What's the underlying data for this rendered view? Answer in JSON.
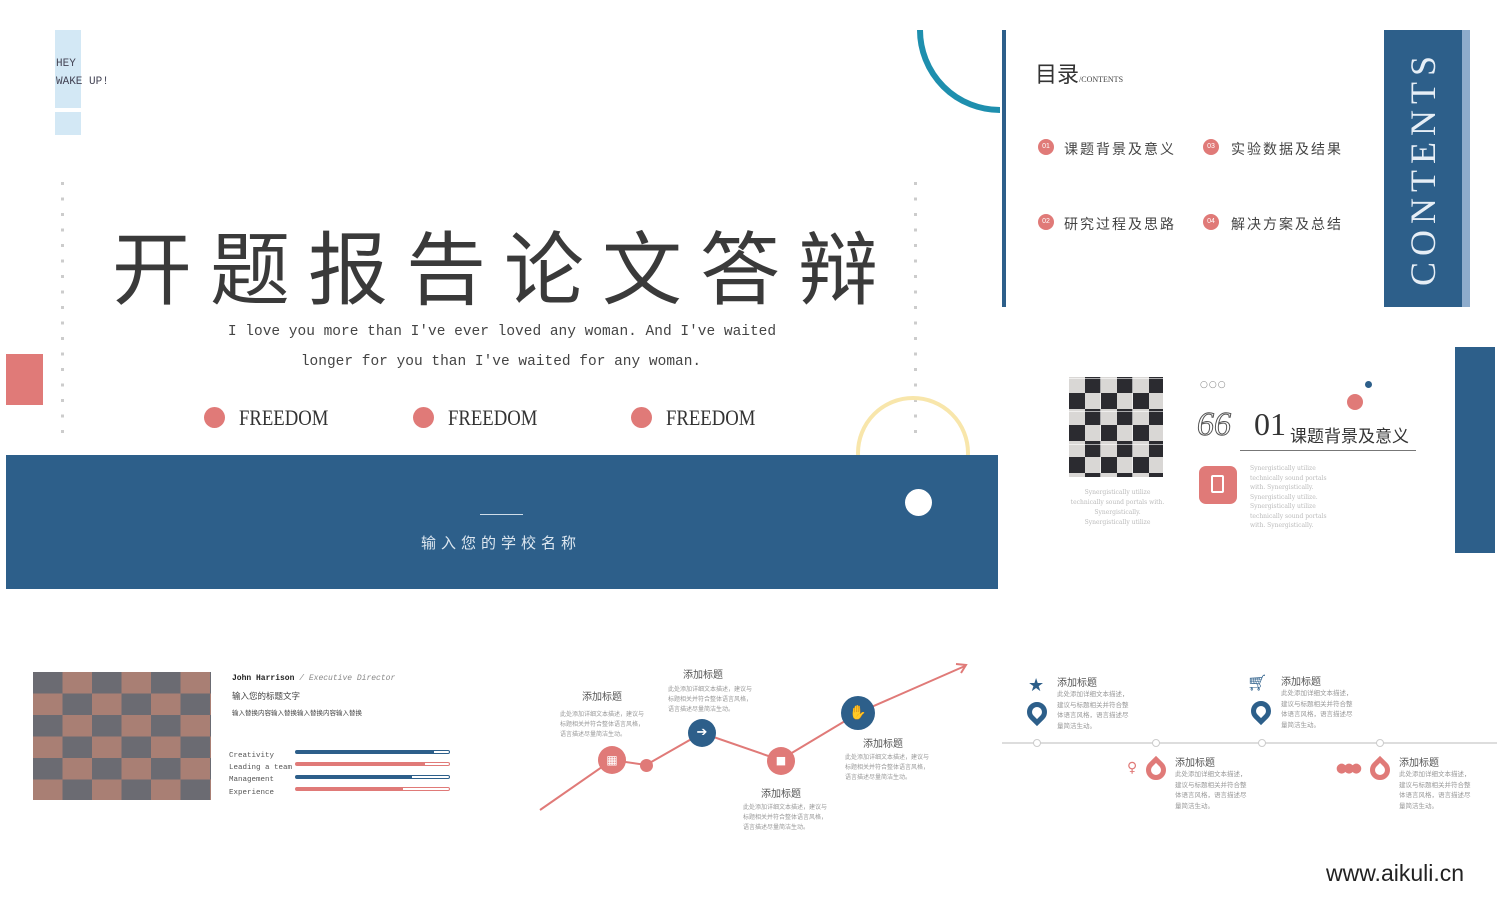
{
  "colors": {
    "blue": "#2d5f8a",
    "pink": "#e07a78",
    "light_blue": "#d3e8f5",
    "teal": "#1e8fae",
    "yellow": "#f8e6ab"
  },
  "cover": {
    "hey": "HEY",
    "wake_up": "WAKE UP!",
    "title": "开题报告论文答辩",
    "subtitle_line1": "I love you more than I've ever loved any woman. And I've waited",
    "subtitle_line2": "longer for you than I've waited for any woman.",
    "tags": [
      "FREEDOM",
      "FREEDOM",
      "FREEDOM"
    ],
    "school": "输入您的学校名称"
  },
  "toc": {
    "title": "目录",
    "title_en": "/CONTENTS",
    "side_label": "CONTENTS",
    "items": [
      {
        "num": "01",
        "label": "课题背景及意义"
      },
      {
        "num": "02",
        "label": "研究过程及思路"
      },
      {
        "num": "03",
        "label": "实验数据及结果"
      },
      {
        "num": "04",
        "label": "解决方案及总结"
      }
    ]
  },
  "section": {
    "quote": "66",
    "num": "01",
    "title": "课题背景及意义",
    "caption": [
      "Synergistically utilize",
      "technically sound portals with.",
      "Synergistically.",
      "Synergistically utilize"
    ],
    "body": [
      "Synergistically utilize",
      "technically sound portals",
      "with. Synergistically.",
      "Synergistically utilize.",
      "Synergistically utilize",
      "technically sound portals",
      "with. Synergistically."
    ]
  },
  "profile": {
    "name": "John Harrison",
    "role": "/ Executive Director",
    "heading": "输入您的标题文字",
    "text": "输入替换内容输入替换输入替换内容输入替换",
    "skills": [
      {
        "label": "Creativity",
        "value": 0.9,
        "color": "#2d5f8a"
      },
      {
        "label": "Leading a team",
        "value": 0.84,
        "color": "#e07a78"
      },
      {
        "label": "Management",
        "value": 0.76,
        "color": "#2d5f8a"
      },
      {
        "label": "Experience",
        "value": 0.7,
        "color": "#e07a78"
      }
    ]
  },
  "growth": {
    "steps": [
      {
        "title": "添加标题",
        "icon": "calendar-icon",
        "text": [
          "此处添加详细文本描述，建议与",
          "标题相关并符合整体语言风格，",
          "语言描述尽量简洁生动。"
        ]
      },
      {
        "title": "添加标题",
        "icon": "plane-icon",
        "text": [
          "此处添加详细文本描述，建议与",
          "标题相关并符合整体语言风格，",
          "语言描述尽量简洁生动。"
        ]
      },
      {
        "title": "添加标题",
        "icon": "truck-icon",
        "text": [
          "此处添加详细文本描述，建议与",
          "标题相关并符合整体语言风格，",
          "语言描述尽量简洁生动。"
        ]
      },
      {
        "title": "添加标题",
        "icon": "handshake-icon",
        "text": [
          "此处添加详细文本描述，建议与",
          "标题相关并符合整体语言风格，",
          "语言描述尽量简洁生动。"
        ]
      }
    ]
  },
  "timeline": {
    "items": [
      {
        "title": "添加标题",
        "icon": "star-icon",
        "text": [
          "此处添加详细文本描述，",
          "建议与标题相关并符合整",
          "体语言风格，语言描述尽",
          "量简洁生动。"
        ]
      },
      {
        "title": "添加标题",
        "icon": "bulb-icon",
        "text": [
          "此处添加详细文本描述，",
          "建议与标题相关并符合整",
          "体语言风格，语言描述尽",
          "量简洁生动。"
        ]
      },
      {
        "title": "添加标题",
        "icon": "cart-icon",
        "text": [
          "此处添加详细文本描述，",
          "建议与标题相关并符合整",
          "体语言风格，语言描述尽",
          "量简洁生动。"
        ]
      },
      {
        "title": "添加标题",
        "icon": "people-icon",
        "text": [
          "此处添加详细文本描述，",
          "建议与标题相关并符合整",
          "体语言风格，语言描述尽",
          "量简洁生动。"
        ]
      }
    ]
  },
  "watermark": "www.aikuli.cn"
}
